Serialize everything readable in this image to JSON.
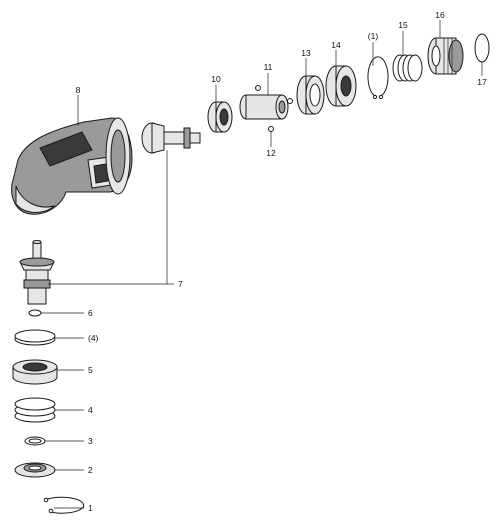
{
  "diagram": {
    "callouts": {
      "p1": "1",
      "p2": "2",
      "p3": "3",
      "p4": "4",
      "p5": "5",
      "p4b": "(4)",
      "p6": "6",
      "p7": "7",
      "p8": "8",
      "p10": "10",
      "p11": "11",
      "p12": "12",
      "p13": "13",
      "p14": "14",
      "p1b": "(1)",
      "p15": "15",
      "p16": "16",
      "p17": "17"
    }
  }
}
